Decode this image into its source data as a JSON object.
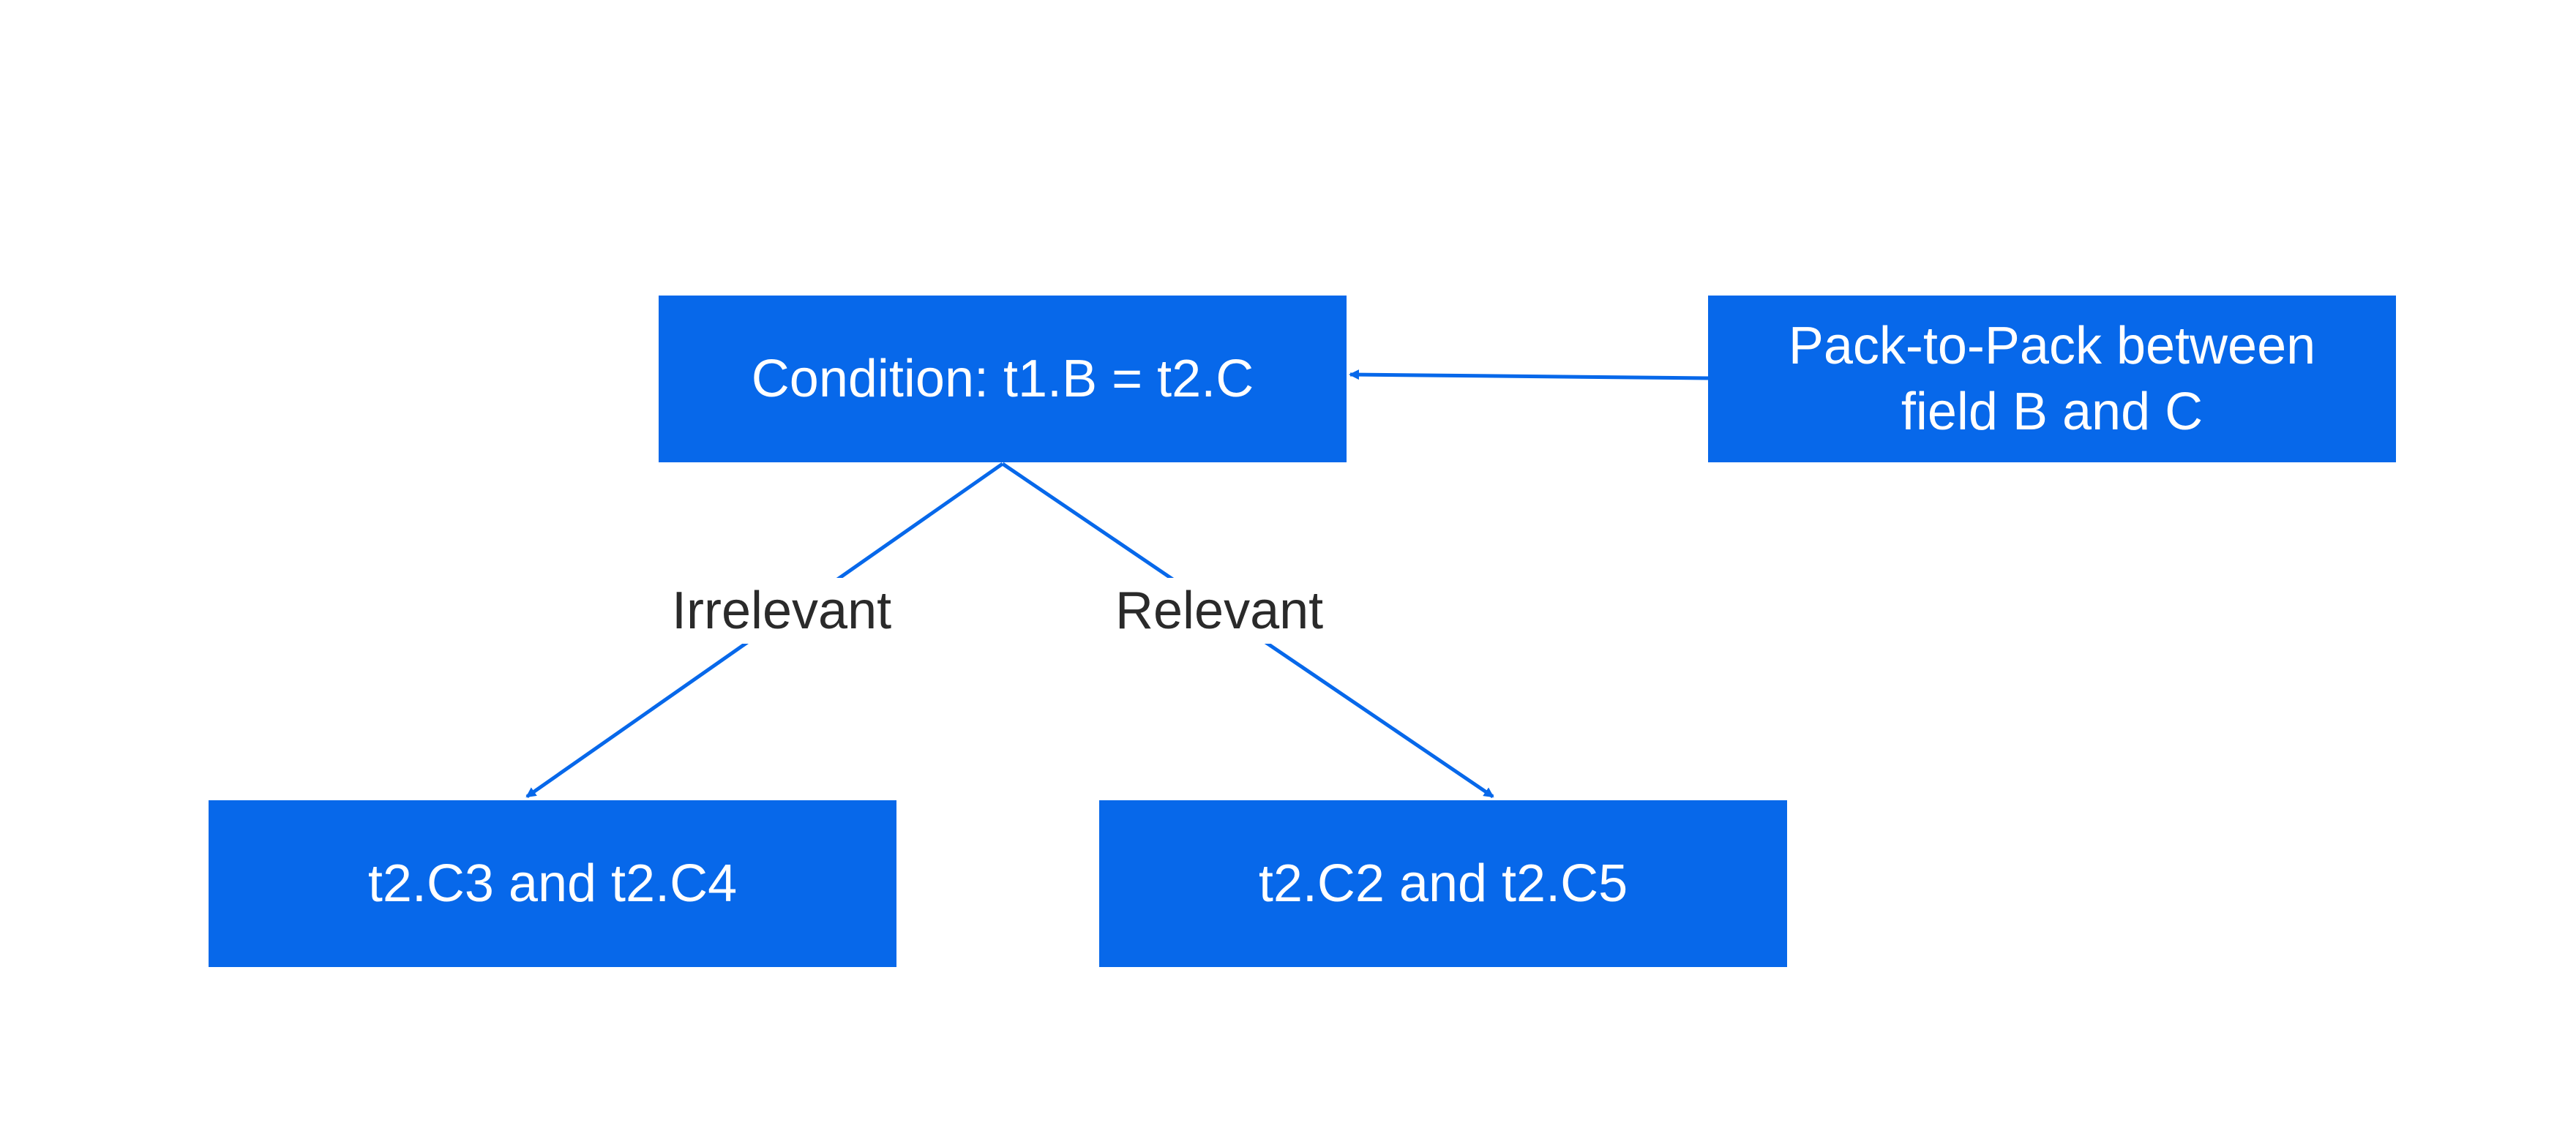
{
  "diagram": {
    "nodes": {
      "condition": "Condition: t1.B = t2.C",
      "pack_to_pack": "Pack-to-Pack between field B and C",
      "irrelevant_target": "t2.C3 and t2.C4",
      "relevant_target": "t2.C2 and t2.C5"
    },
    "edge_labels": {
      "irrelevant": "Irrelevant",
      "relevant": "Relevant"
    },
    "colors": {
      "node_fill": "#0768ea",
      "node_text": "#ffffff",
      "edge": "#0768ea",
      "label_text": "#2a2a2a"
    }
  }
}
